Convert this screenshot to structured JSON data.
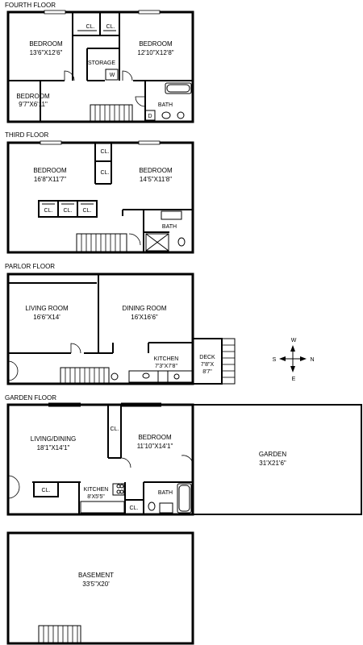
{
  "floors": {
    "fourth": {
      "label": "FOURTH FLOOR",
      "rooms": {
        "bedroom_left": {
          "name": "BEDROOM",
          "dims": "13'6\"X12'6\""
        },
        "bedroom_right": {
          "name": "BEDROOM",
          "dims": "12'10\"X12'8\""
        },
        "bedroom_small": {
          "name": "BEDROOM",
          "dims": "9'7\"X6'11\""
        },
        "closet_a": "CL.",
        "closet_b": "CL.",
        "storage": "STORAGE",
        "washer": "W",
        "bath": "BATH",
        "dryer": "D"
      }
    },
    "third": {
      "label": "THIRD FLOOR",
      "rooms": {
        "bedroom_left": {
          "name": "BEDROOM",
          "dims": "16'8\"X11'7\""
        },
        "bedroom_right": {
          "name": "BEDROOM",
          "dims": "14'5\"X11'8\""
        },
        "closets": [
          "CL.",
          "CL.",
          "CL."
        ],
        "side_closets": [
          "CL.",
          "CL."
        ],
        "bath": "BATH"
      }
    },
    "parlor": {
      "label": "PARLOR FLOOR",
      "rooms": {
        "living": {
          "name": "LIVING ROOM",
          "dims": "16'6\"X14'"
        },
        "dining": {
          "name": "DINING ROOM",
          "dims": "16'X16'6\""
        },
        "kitchen": {
          "name": "KITCHEN",
          "dims": "7'3\"X7'8\""
        },
        "deck": {
          "name": "DECK",
          "dims_1": "7'8\"X",
          "dims_2": "8'7\""
        }
      }
    },
    "garden": {
      "label": "GARDEN FLOOR",
      "rooms": {
        "living_dining": {
          "name": "LIVING/DINING",
          "dims": "18'1\"X14'1\""
        },
        "bedroom": {
          "name": "BEDROOM",
          "dims": "11'10\"X14'1\""
        },
        "closet_a": "CL.",
        "closet_side": "CL.",
        "kitchen": {
          "name": "KITCHEN",
          "dims": "8'X5'5\""
        },
        "bath": "BATH",
        "closet_b": "CL.",
        "garden": {
          "name": "GARDEN",
          "dims": "31'X21'6\""
        }
      }
    },
    "basement": {
      "rooms": {
        "basement": {
          "name": "BASEMENT",
          "dims": "33'5\"X20'"
        }
      }
    }
  },
  "compass": {
    "n": "N",
    "s": "S",
    "e": "E",
    "w": "W"
  }
}
